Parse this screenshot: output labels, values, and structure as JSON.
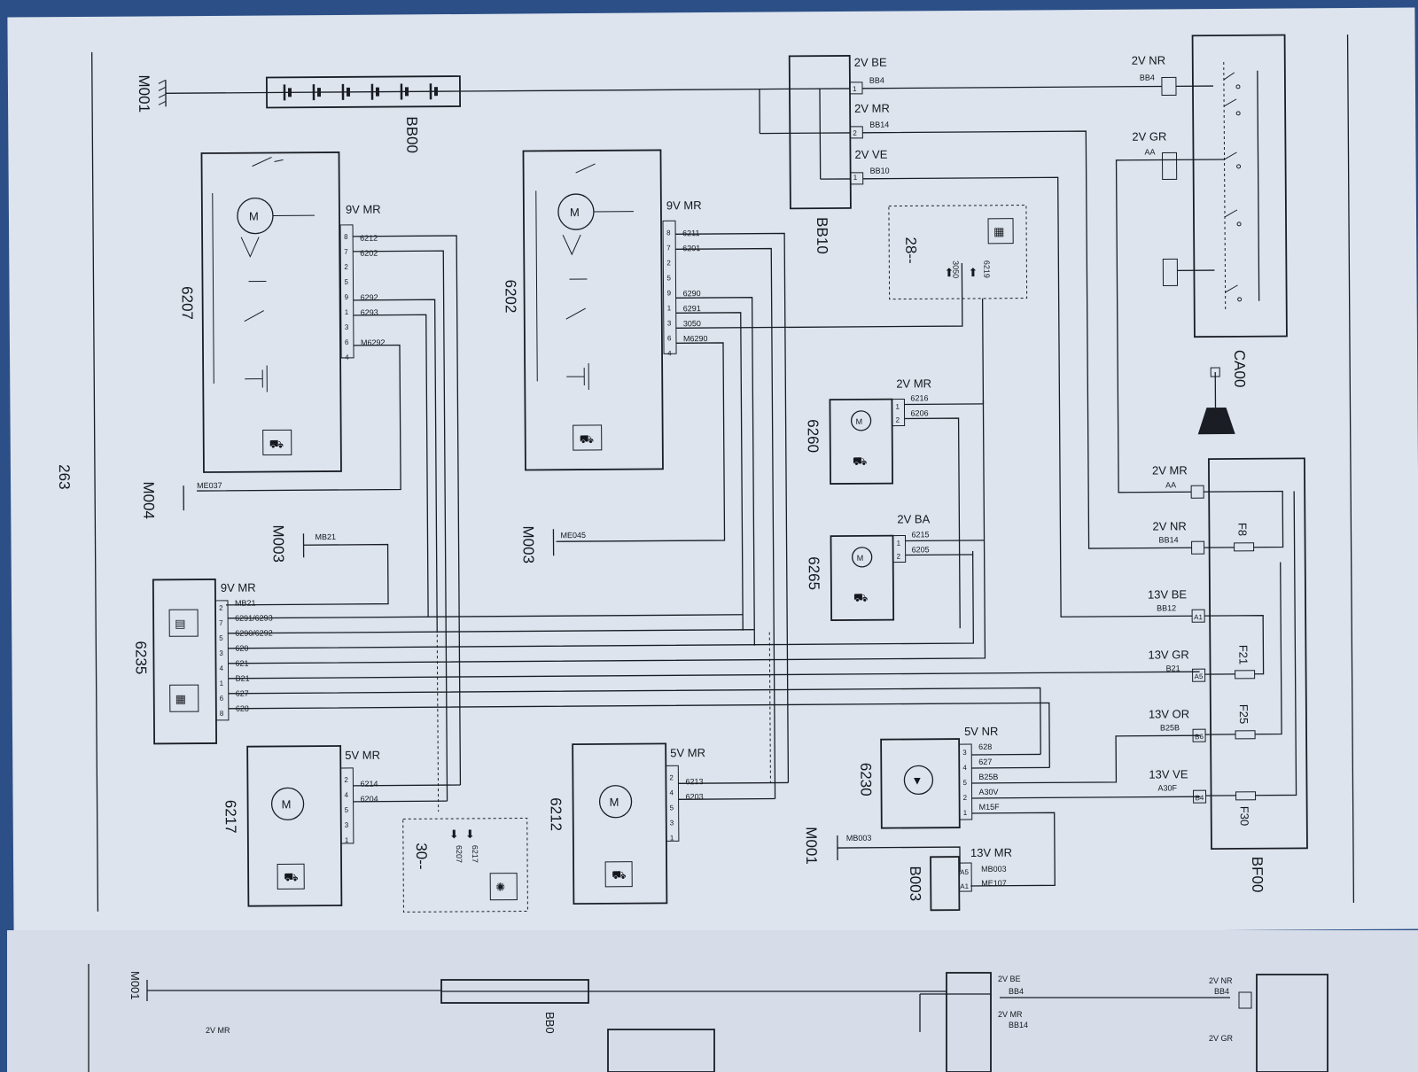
{
  "page_number": "263",
  "components": {
    "BB00": "BB00",
    "BB10": "BB10",
    "CA00": "CA00",
    "BF00": "BF00",
    "6207": "6207",
    "6202": "6202",
    "6235": "6235",
    "6217": "6217",
    "6212": "6212",
    "6260": "6260",
    "6265": "6265",
    "6230": "6230",
    "B003": "B003",
    "block_28": "28--",
    "block_30": "30--"
  },
  "grounds": {
    "m001_top": "M001",
    "m004": "M004",
    "m003_a": "M003",
    "m003_b": "M003",
    "m001_b": "M001",
    "me037": "ME037",
    "mb21": "MB21",
    "me045": "ME045",
    "mb003": "MB003"
  },
  "bb10_pins": [
    {
      "spec": "2V BE",
      "wire": "BB4",
      "pin": "1"
    },
    {
      "spec": "2V MR",
      "wire": "BB14",
      "pin": "2"
    },
    {
      "spec": "2V VE",
      "wire": "BB10",
      "pin": "1"
    }
  ],
  "ca00_pins": [
    {
      "spec": "2V NR",
      "wire": "BB4"
    },
    {
      "spec": "2V GR",
      "wire": "AA"
    }
  ],
  "c6207": {
    "spec": "9V MR",
    "pins": [
      "8",
      "7",
      "2",
      "5",
      "9",
      "1",
      "3",
      "6",
      "4"
    ],
    "wires": [
      "6212",
      "6202",
      "6292",
      "6293",
      "M6292"
    ]
  },
  "c6202": {
    "spec": "9V MR",
    "pins": [
      "8",
      "7",
      "2",
      "5",
      "9",
      "1",
      "3",
      "6",
      "4"
    ],
    "wires": [
      "6211",
      "6201",
      "6290",
      "6291",
      "3050",
      "M6290"
    ]
  },
  "c6235": {
    "spec": "9V MR",
    "pins": [
      "2",
      "7",
      "5",
      "3",
      "4",
      "1",
      "6",
      "8"
    ],
    "wires": [
      "MB21",
      "6291/6293",
      "6290/6292",
      "620",
      "621",
      "B21",
      "627",
      "628"
    ]
  },
  "c6217": {
    "spec": "5V MR",
    "pins": [
      "2",
      "4",
      "5",
      "3",
      "1"
    ],
    "wires": [
      "6214",
      "6204"
    ]
  },
  "c6212": {
    "spec": "5V MR",
    "pins": [
      "2",
      "4",
      "5",
      "3",
      "1"
    ],
    "wires": [
      "6213",
      "6203"
    ]
  },
  "c6260": {
    "spec": "2V MR",
    "pins": [
      "1",
      "2"
    ],
    "wires": [
      "6216",
      "6206"
    ]
  },
  "c6265": {
    "spec": "2V BA",
    "pins": [
      "1",
      "2"
    ],
    "wires": [
      "6215",
      "6205"
    ]
  },
  "c6230": {
    "spec": "5V NR",
    "pins": [
      "3",
      "4",
      "5",
      "2",
      "1"
    ],
    "wires": [
      "628",
      "627",
      "B25B",
      "A30V",
      "M15F"
    ]
  },
  "cB003": {
    "spec": "13V MR",
    "pins": [
      "A5",
      "A1"
    ],
    "wires": [
      "MB003",
      "ME107"
    ]
  },
  "block28_wires": [
    "3050",
    "6219"
  ],
  "block30_wires": [
    "6207",
    "6217"
  ],
  "bf00_pins": [
    {
      "spec": "2V MR",
      "wire": "AA",
      "pin": ""
    },
    {
      "spec": "2V NR",
      "wire": "BB14",
      "pin": ""
    },
    {
      "spec": "13V BE",
      "wire": "BB12",
      "pin": "A1"
    },
    {
      "spec": "13V GR",
      "wire": "B21",
      "pin": "A5"
    },
    {
      "spec": "13V OR",
      "wire": "B25B",
      "pin": "B6"
    },
    {
      "spec": "13V VE",
      "wire": "A30F",
      "pin": "B4"
    }
  ],
  "fuses": [
    "F8",
    "F21",
    "F25",
    "F30"
  ],
  "bottom_page": {
    "ground": "M001",
    "spec_left": "2V MR",
    "fragment": "BB0",
    "pins": [
      {
        "spec": "2V BE",
        "wire": "BB4"
      },
      {
        "spec": "2V MR",
        "wire": "BB14"
      },
      {
        "spec": "2V NR",
        "wire": "BB4"
      },
      {
        "spec": "2V GR"
      }
    ]
  },
  "colors": {
    "paper": "#dde4ee",
    "ink": "#1a1d24",
    "background": "#2b4f86"
  }
}
